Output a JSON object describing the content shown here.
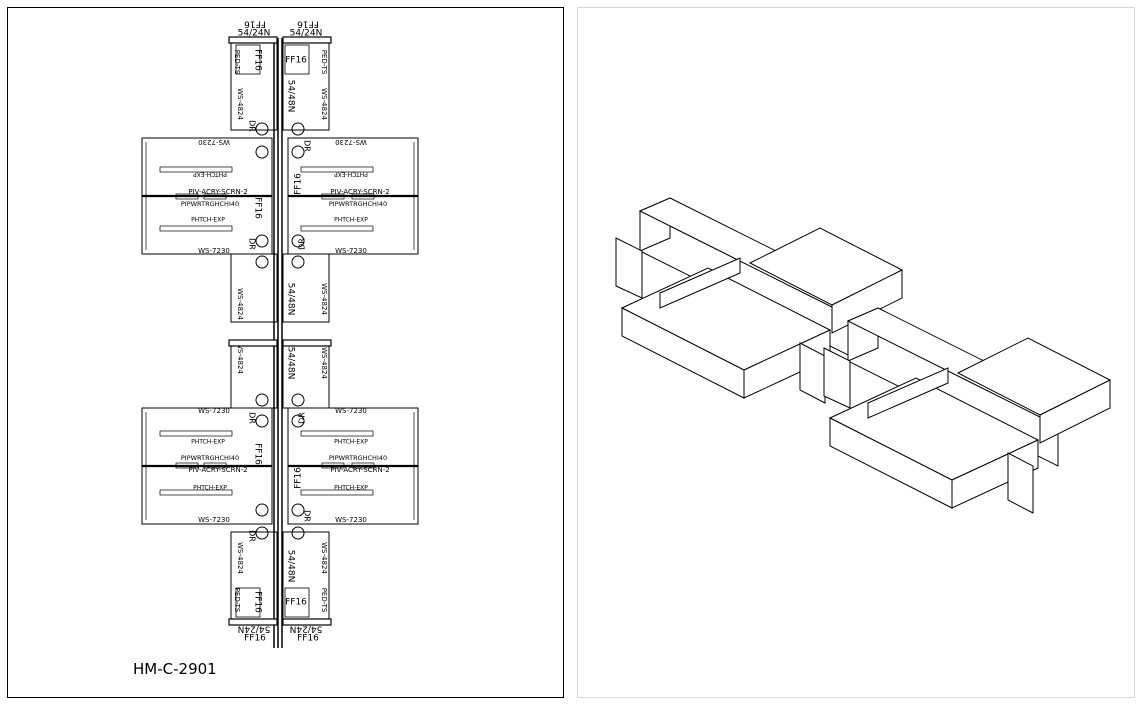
{
  "model_number": "HM-C-2901",
  "labels": {
    "frame_top": "FF16",
    "frame_main": "54/24N",
    "spine": "54/48N",
    "frame_side": "FF16",
    "ped_left": "PED-TS",
    "ped_right": "PED-TS",
    "return_left": "WS-4824",
    "return_right": "WS-4824",
    "drawer": "DR",
    "upper_desk": "WS-7230",
    "lower_desk": "WS-7230",
    "privacy": "PIV-ACRY-SCRN-2",
    "power": "PIPWRTRGHCHI40",
    "pass_through": "PHTCH-EXP"
  },
  "colors": {
    "line": "#000000",
    "panel_border_right": "#d8d8d8"
  }
}
